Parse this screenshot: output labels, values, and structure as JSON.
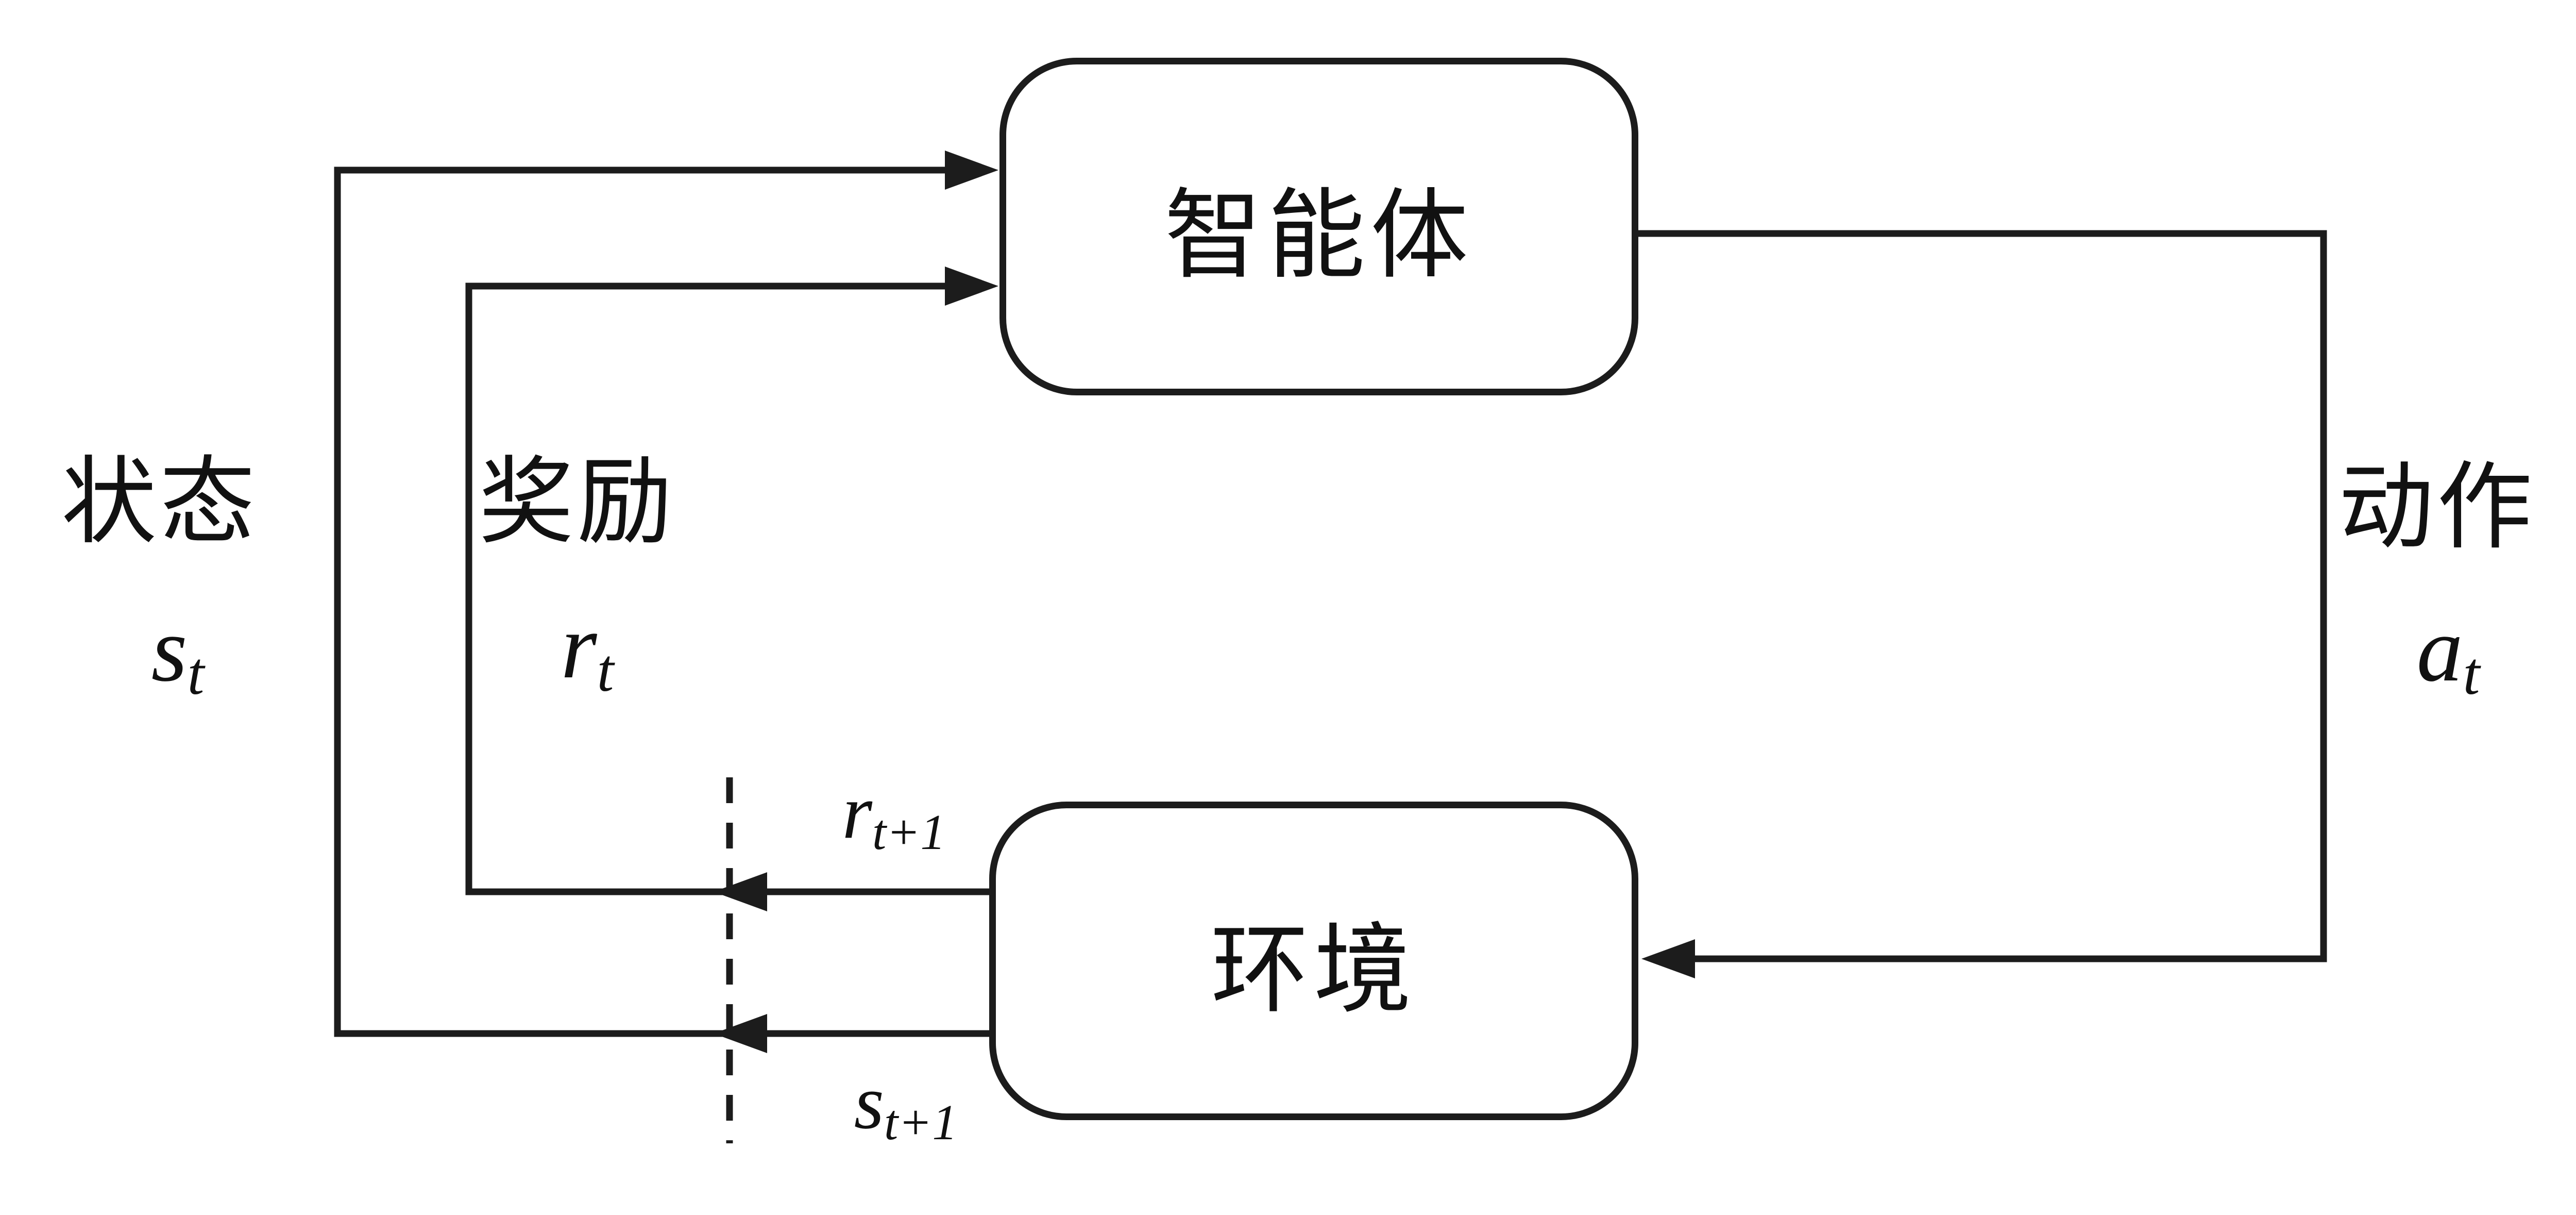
{
  "boxes": {
    "agent": "智能体",
    "environment": "环境"
  },
  "labels": {
    "state": "状态",
    "state_symbol_base": "s",
    "state_symbol_sub": "t",
    "reward": "奖励",
    "reward_symbol_base": "r",
    "reward_symbol_sub": "t",
    "action": "动作",
    "action_symbol_base": "a",
    "action_symbol_sub": "t",
    "next_reward_base": "r",
    "next_reward_sub": "t+1",
    "next_state_base": "s",
    "next_state_sub": "t+1"
  },
  "colors": {
    "line": "#1c1c1c",
    "background": "#ffffff"
  }
}
